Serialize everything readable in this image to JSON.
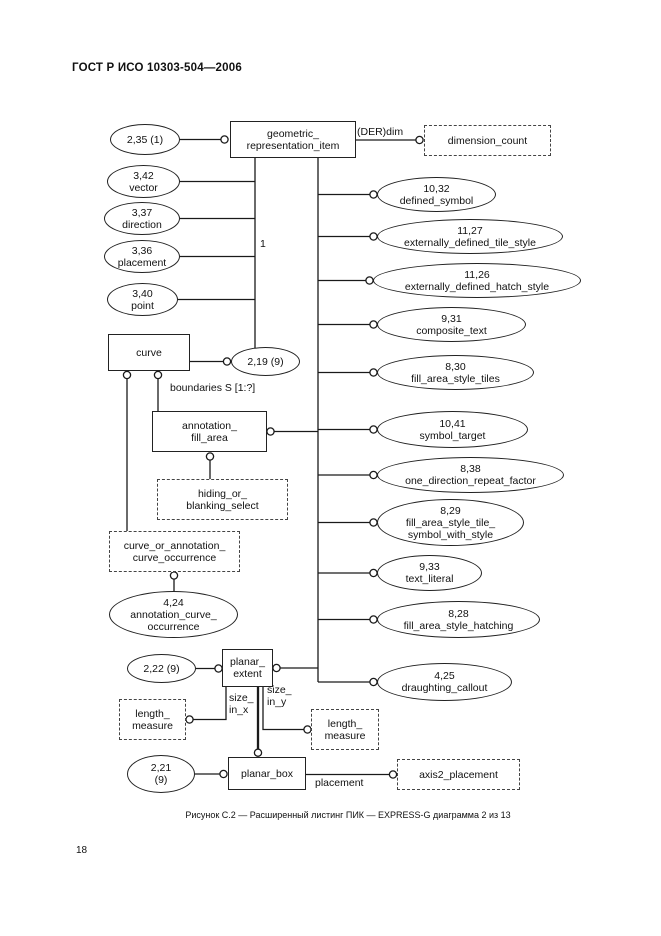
{
  "page": {
    "header": "ГОСТ Р ИСО 10303-504—2006",
    "caption": "Рисунок С.2 — Расширенный листинг ПИК — EXPRESS-G диаграмма 2 из 13",
    "page_number": "18",
    "colors": {
      "ink": "#111111",
      "paper": "#ffffff"
    }
  },
  "diagram": {
    "entities": {
      "geometric": "geometric_\nrepresentation_item",
      "curve": "curve",
      "annotation_fill_area": "annotation_\nfill_area",
      "planar_extent": "planar_\nextent",
      "planar_box": "planar_box"
    },
    "page_refs": {
      "r2_35": "2,35 (1)",
      "vector": "3,42\nvector",
      "direction": "3,37\ndirection",
      "placement": "3,36\nplacement",
      "point": "3,40\npoint",
      "r2_19": "2,19 (9)",
      "annotation_curve_occurrence": "4,24\nannotation_curve_\noccurrence",
      "r2_22": "2,22 (9)",
      "r2_21": "2,21\n(9)",
      "defined_symbol": "10,32\ndefined_symbol",
      "externally_defined_tile_style": "11,27\nexternally_defined_tile_style",
      "externally_defined_hatch_style": "11,26\nexternally_defined_hatch_style",
      "composite_text": "9,31\ncomposite_text",
      "fill_area_style_tiles": "8,30\nfill_area_style_tiles",
      "symbol_target": "10,41\nsymbol_target",
      "one_direction_repeat_factor": "8,38\none_direction_repeat_factor",
      "fill_area_style_tile_symbol_with_style": "8,29\nfill_area_style_tile_\nsymbol_with_style",
      "text_literal": "9,33\ntext_literal",
      "fill_area_style_hatching": "8,28\nfill_area_style_hatching",
      "draughting_callout": "4,25\ndraughting_callout"
    },
    "selects": {
      "dimension_count": "dimension_count",
      "hiding_or_blanking_select": "hiding_or_\nblanking_select",
      "curve_or_annotation_curve_occurrence": "curve_or_annotation_\ncurve_occurrence",
      "length_measure_left": "length_\nmeasure",
      "length_measure_right": "length_\nmeasure",
      "axis2_placement": "axis2_placement"
    },
    "labels": {
      "der_dim": "(DER)dim",
      "cardinality_1": "1",
      "boundaries": "boundaries S [1:?]",
      "size_in_x": "size_\nin_x",
      "size_in_y": "size_\nin_y",
      "placement": "placement"
    }
  }
}
